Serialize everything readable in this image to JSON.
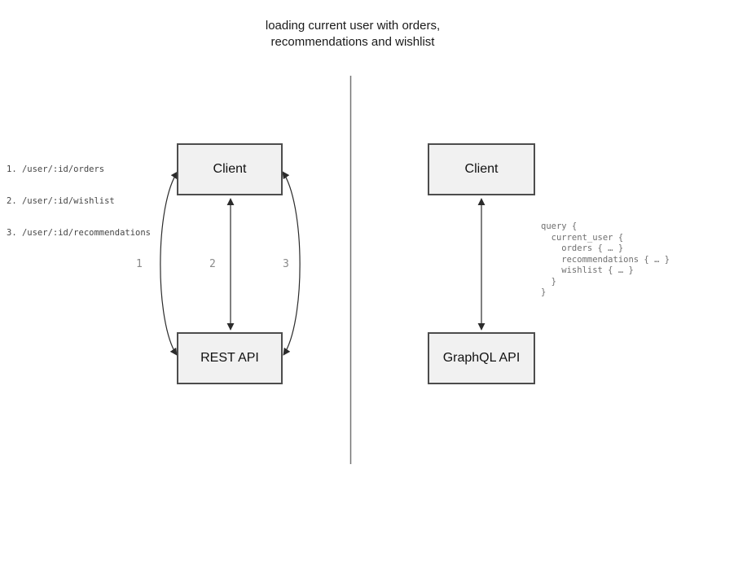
{
  "title": {
    "line1": "loading current user with orders,",
    "line2": "recommendations and wishlist"
  },
  "left_diagram": {
    "endpoints": [
      "1. /user/:id/orders",
      "2. /user/:id/wishlist",
      "3. /user/:id/recommendations"
    ],
    "client_label": "Client",
    "api_label": "REST API",
    "arrow_labels": [
      "1",
      "2",
      "3"
    ]
  },
  "right_diagram": {
    "client_label": "Client",
    "api_label": "GraphQL API",
    "query_lines": [
      "query {",
      "  current_user {",
      "    orders { … }",
      "    recommendations { … }",
      "    wishlist { … }",
      "  }",
      "}"
    ]
  },
  "colors": {
    "box_fill": "#f1f1f1",
    "box_border": "#4d4d4d",
    "arrow": "#2b2b2b",
    "divider": "#757575",
    "code_text": "#6f6f6f",
    "label_gray": "#8a8a8a"
  }
}
